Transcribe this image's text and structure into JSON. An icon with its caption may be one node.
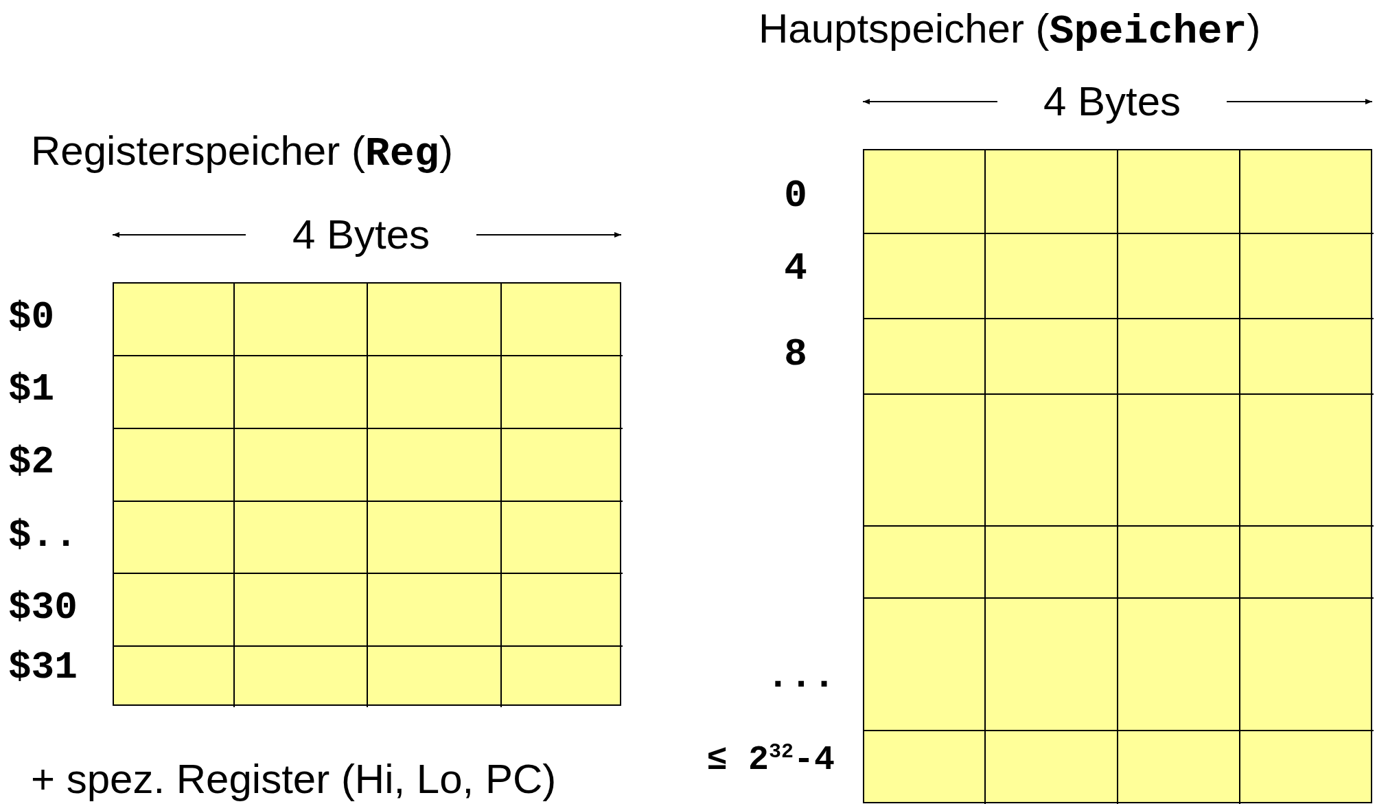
{
  "diagram": {
    "nodes": [
      {
        "text": [
          "Registerspeicher (**Reg**)"
        ]
      },
      {
        "text": [
          "Hauptspeicher (**Speicher**)"
        ]
      }
    ],
    "labels": [
      "4 Bytes",
      "0",
      "4",
      "8",
      "4 Bytes",
      "$0",
      "$1",
      "$2",
      "$..",
      "$30",
      "$31",
      "...",
      "≤ 2$^{32}$-4",
      "+ spez. Register (Hi, Lo, PC)"
    ]
  }
}
